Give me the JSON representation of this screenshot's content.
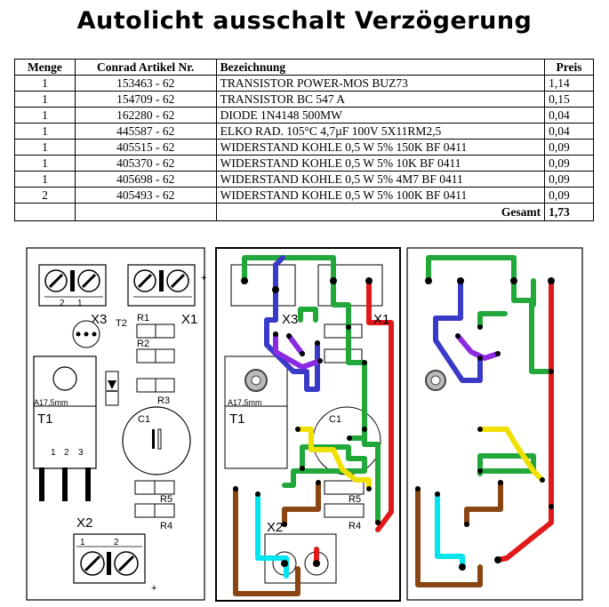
{
  "title": "Autolicht ausschalt Verzögerung",
  "table": {
    "headers": [
      "Menge",
      "Conrad Artikel Nr.",
      "Bezeichnung",
      "Preis"
    ],
    "rows": [
      {
        "menge": "1",
        "artikel": "153463 - 62",
        "bezeichnung": "TRANSISTOR  POWER-MOS BUZ73",
        "preis": "1,14"
      },
      {
        "menge": "1",
        "artikel": "154709 - 62",
        "bezeichnung": "TRANSISTOR BC 547 A",
        "preis": "0,15"
      },
      {
        "menge": "1",
        "artikel": "162280 - 62",
        "bezeichnung": "DIODE 1N4148 500MW",
        "preis": "0,04"
      },
      {
        "menge": "1",
        "artikel": "445587 - 62",
        "bezeichnung": "ELKO RAD. 105°C 4,7µF 100V 5X11RM2,5",
        "preis": "0,04"
      },
      {
        "menge": "1",
        "artikel": "405515 - 62",
        "bezeichnung": "WIDERSTAND KOHLE 0,5 W 5% 150K BF 0411",
        "preis": "0,09"
      },
      {
        "menge": "1",
        "artikel": "405370 - 62",
        "bezeichnung": "WIDERSTAND KOHLE 0,5 W 5% 10K BF 0411",
        "preis": "0,09"
      },
      {
        "menge": "1",
        "artikel": "405698 - 62",
        "bezeichnung": "WIDERSTAND KOHLE 0,5 W 5% 4M7 BF 0411",
        "preis": "0,09"
      },
      {
        "menge": "2",
        "artikel": "405493 - 62",
        "bezeichnung": "WIDERSTAND KOHLE 0,5 W 5% 100K BF 0411",
        "preis": "0,09"
      }
    ],
    "total_label": "Gesamt",
    "total_value": "1,73"
  },
  "board": {
    "labels": {
      "x1": "X1",
      "x2": "X2",
      "x3": "X3",
      "t1": "T1",
      "t2": "T2",
      "r1": "R1",
      "r2": "R2",
      "r3": "R3",
      "r4": "R4",
      "r5": "R5",
      "c1": "C1",
      "plus": "+",
      "hole": "A17,5mm",
      "pin1": "1",
      "pin2": "2",
      "pin3": "3"
    },
    "colors": {
      "green": "#22a83a",
      "blue": "#3a3ac8",
      "red": "#e01a1a",
      "purple": "#8a2be2",
      "yellow": "#f0e000",
      "cyan": "#00e5ee",
      "brown": "#8b4513",
      "outline": "#000000"
    }
  }
}
